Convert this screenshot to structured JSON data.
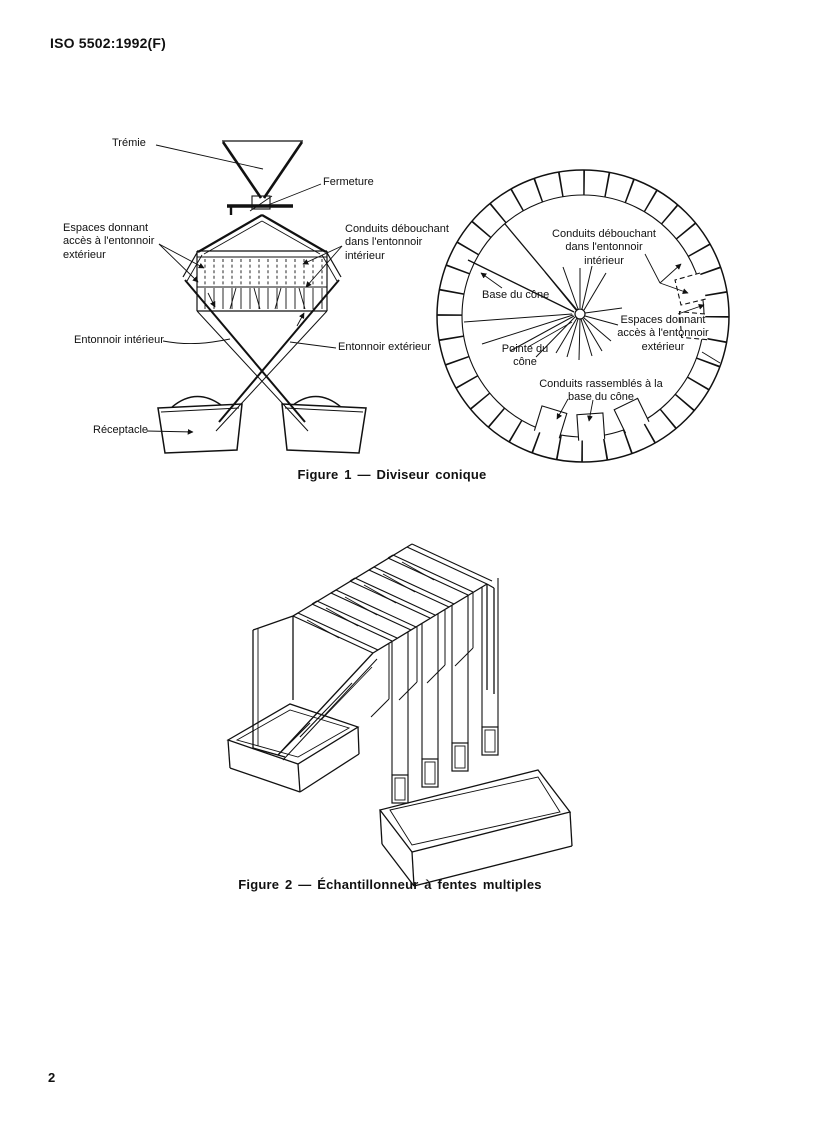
{
  "page": {
    "header_title": "ISO 5502:1992(F)",
    "page_number": "2"
  },
  "figure1": {
    "caption": "Figure 1 — Diviseur conique",
    "section_view_labels": {
      "tremie": "Trémie",
      "fermeture": "Fermeture",
      "espaces_acces_exterieur": "Espaces donnant accès à l'entonnoir extérieur",
      "conduits_debouchant_interieur": "Conduits débouchant dans l'entonnoir intérieur",
      "entonnoir_interieur": "Entonnoir intérieur",
      "entonnoir_exterieur": "Entonnoir extérieur",
      "receptacle": "Réceptacle"
    },
    "top_view_labels": {
      "conduits_debouchant_interieur": "Conduits débouchant dans l'entonnoir intérieur",
      "base_du_cone": "Base du cône",
      "espaces_acces_exterieur": "Espaces donnant accès à l'entonnoir extérieur",
      "pointe_du_cone": "Pointe du cône",
      "conduits_rassembles": "Conduits rassemblés à la base du cône"
    }
  },
  "figure2": {
    "caption": "Figure 2 — Échantillonneur à fentes multiples"
  },
  "colors": {
    "ink": "#111111",
    "paper": "#ffffff"
  }
}
